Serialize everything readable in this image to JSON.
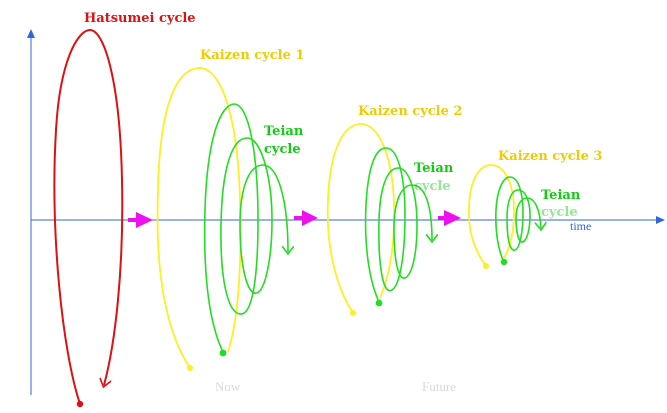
{
  "labels": {
    "hatsumei": "Hatsumei cycle",
    "kaizen1": "Kaizen cycle 1",
    "kaizen2": "Kaizen cycle 2",
    "kaizen3": "Kaizen cycle 3",
    "teian1_line1": "Teian",
    "teian1_line2": "cycle",
    "teian2_line1": "Teian",
    "teian2_line2": "cycle",
    "teian3_line1": "Teian",
    "teian3_line2": "cycle",
    "time_axis": "time",
    "now": "Now",
    "future": "Future"
  },
  "colors": {
    "hatsumei": "#dd1111",
    "kaizen": "#ffee22",
    "teian": "#22dd22",
    "axis": "#3366dd",
    "arrow": "#ee11ee",
    "kaizen_text": "#eecc00",
    "teian_text": "#11cc11",
    "faint_text": "#d8d8d8"
  }
}
